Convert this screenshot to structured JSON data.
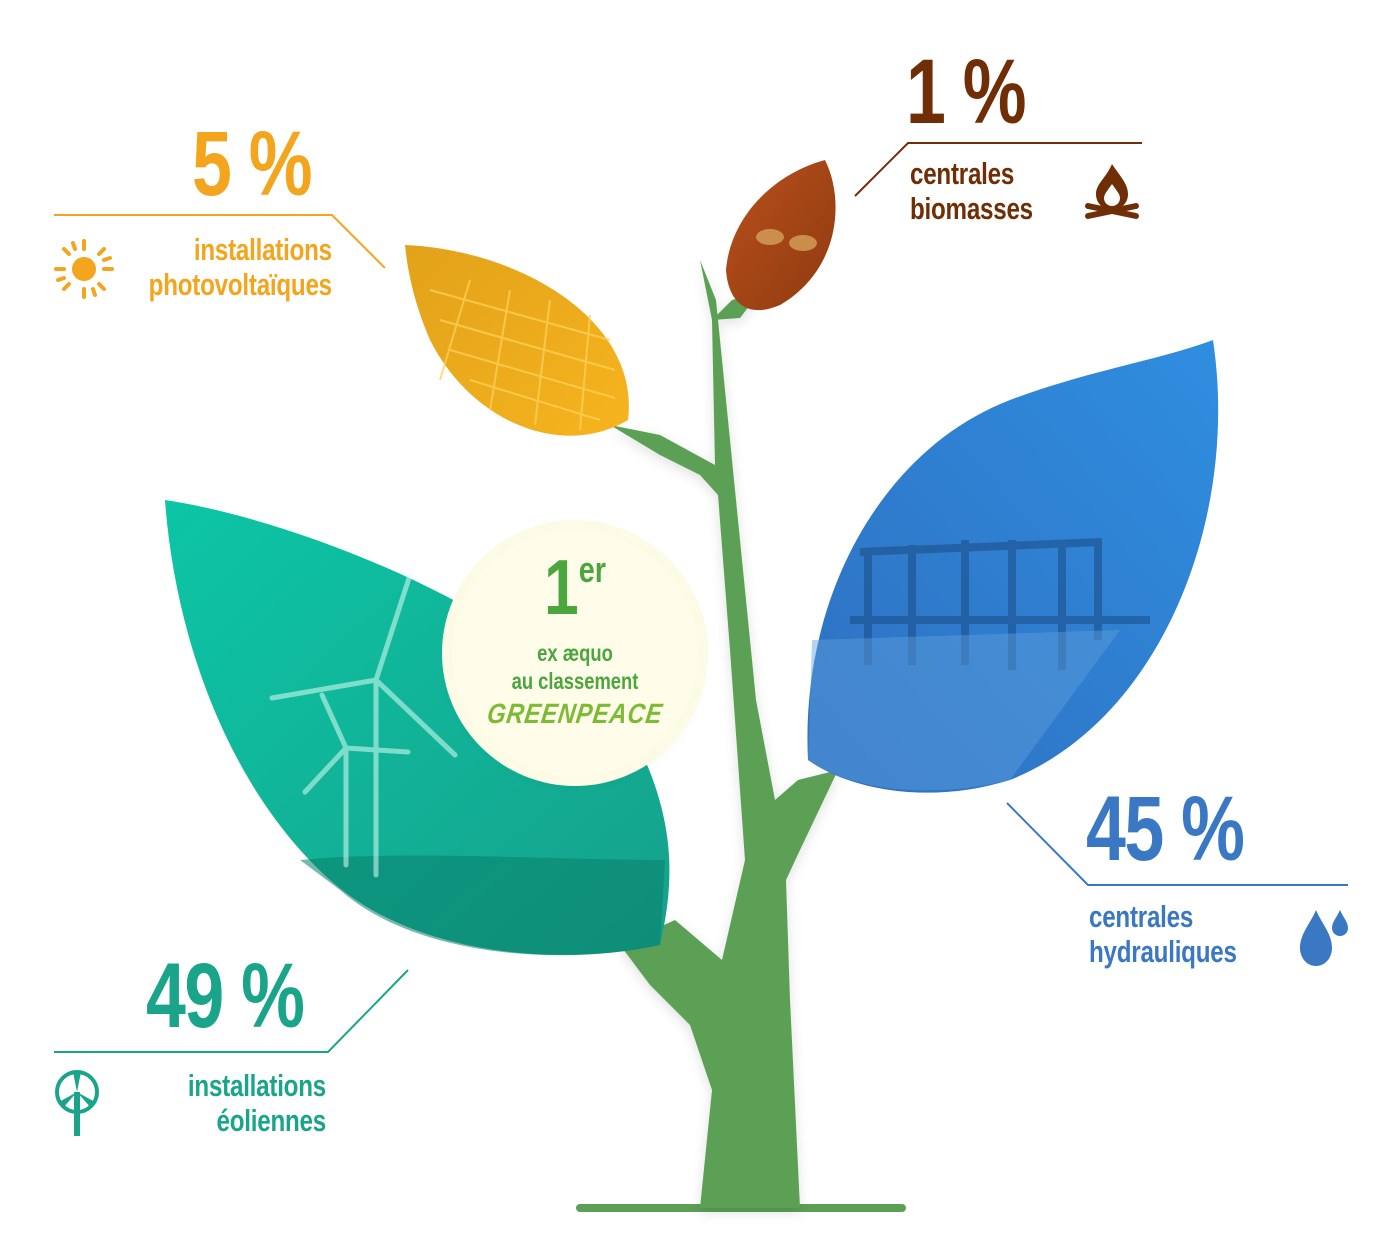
{
  "colors": {
    "solar": "#f2a51d",
    "biomass": "#6f2e05",
    "hydro": "#3a78c4",
    "wind": "#1aa58a",
    "trunk": "#5ba054",
    "badge_text": "#4aa63d"
  },
  "segments": [
    {
      "id": "solar",
      "percent": "5 %",
      "line1": "installations",
      "line2": "photovoltaïques",
      "icon": "sun-icon",
      "value": 5
    },
    {
      "id": "biomass",
      "percent": "1 %",
      "line1": "centrales",
      "line2": "biomasses",
      "icon": "campfire-icon",
      "value": 1
    },
    {
      "id": "hydro",
      "percent": "45 %",
      "line1": "centrales",
      "line2": "hydrauliques",
      "icon": "water-drops-icon",
      "value": 45
    },
    {
      "id": "wind",
      "percent": "49 %",
      "line1": "installations",
      "line2": "éoliennes",
      "icon": "wind-turbine-icon",
      "value": 49
    }
  ],
  "badge": {
    "rank": "1",
    "rank_suffix": "er",
    "line1": "ex æquo",
    "line2": "au classement",
    "brand": "GREENPEACE"
  }
}
